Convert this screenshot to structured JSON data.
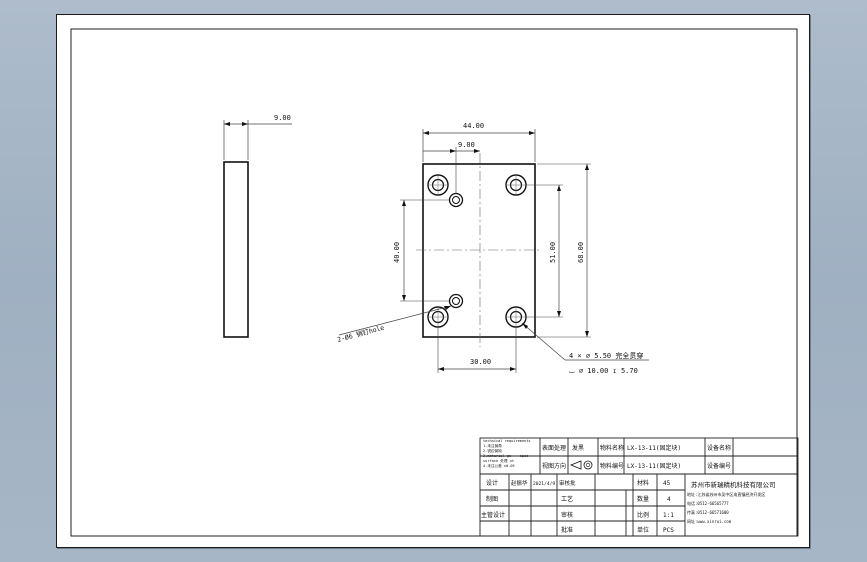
{
  "dims": {
    "side_thickness": "9.00",
    "width": "44.00",
    "hole_offset": "9.00",
    "hole_spacing_a": "40.00",
    "hole_spacing_b": "51.00",
    "height": "68.00",
    "hole_spacing_x": "30.00"
  },
  "callouts": {
    "pin_hole": "2-Ø6 销钉hole",
    "cbore_line1": "4 × ∅ 5.50 完全贯穿",
    "cbore_line2": "⌴ ∅ 10.00 ↧ 5.70"
  },
  "notes": {
    "line1": "technical requirements",
    "line2": "1.未注倒角",
    "line3": "2.锐边倒钝",
    "line4": "3.material gs -- spec",
    "line5": "surface 处理 nt",
    "line6": "4.未注公差 ±0.05"
  },
  "title_block": {
    "surface_label": "表面处理",
    "surface_value": "发黑",
    "projection_label": "视图方向",
    "material_label": "物料名称",
    "material_value": "LX-13-11(固定块)",
    "material_no_label": "物料编号",
    "material_no_value": "LX-13-11(固定块)",
    "equip_name_label": "设备名称",
    "equip_no_label": "设备编号",
    "design_label": "设计",
    "design_name": "赵振华",
    "design_date": "2021/4/9",
    "design_rev": "审核批",
    "drafter_label": "制图",
    "process_label": "工艺",
    "chief_label": "主管设计",
    "review_label": "审核",
    "approve_label": "批准",
    "material2_label": "材料",
    "material2_value": "45",
    "qty_label": "数量",
    "qty_value": "4",
    "scale_label": "比例",
    "scale_value": "1:1",
    "unit_label": "单位",
    "unit_value": "PCS",
    "company_name": "苏州市新瑞精机科技有限公司",
    "company_address": "地址:江苏省苏州市吴中区甪直镇经济开发区",
    "company_tel": "电话:0512-66565777",
    "company_fax": "传真:0512-66571600",
    "company_web": "网址:www.xinrui.com"
  }
}
